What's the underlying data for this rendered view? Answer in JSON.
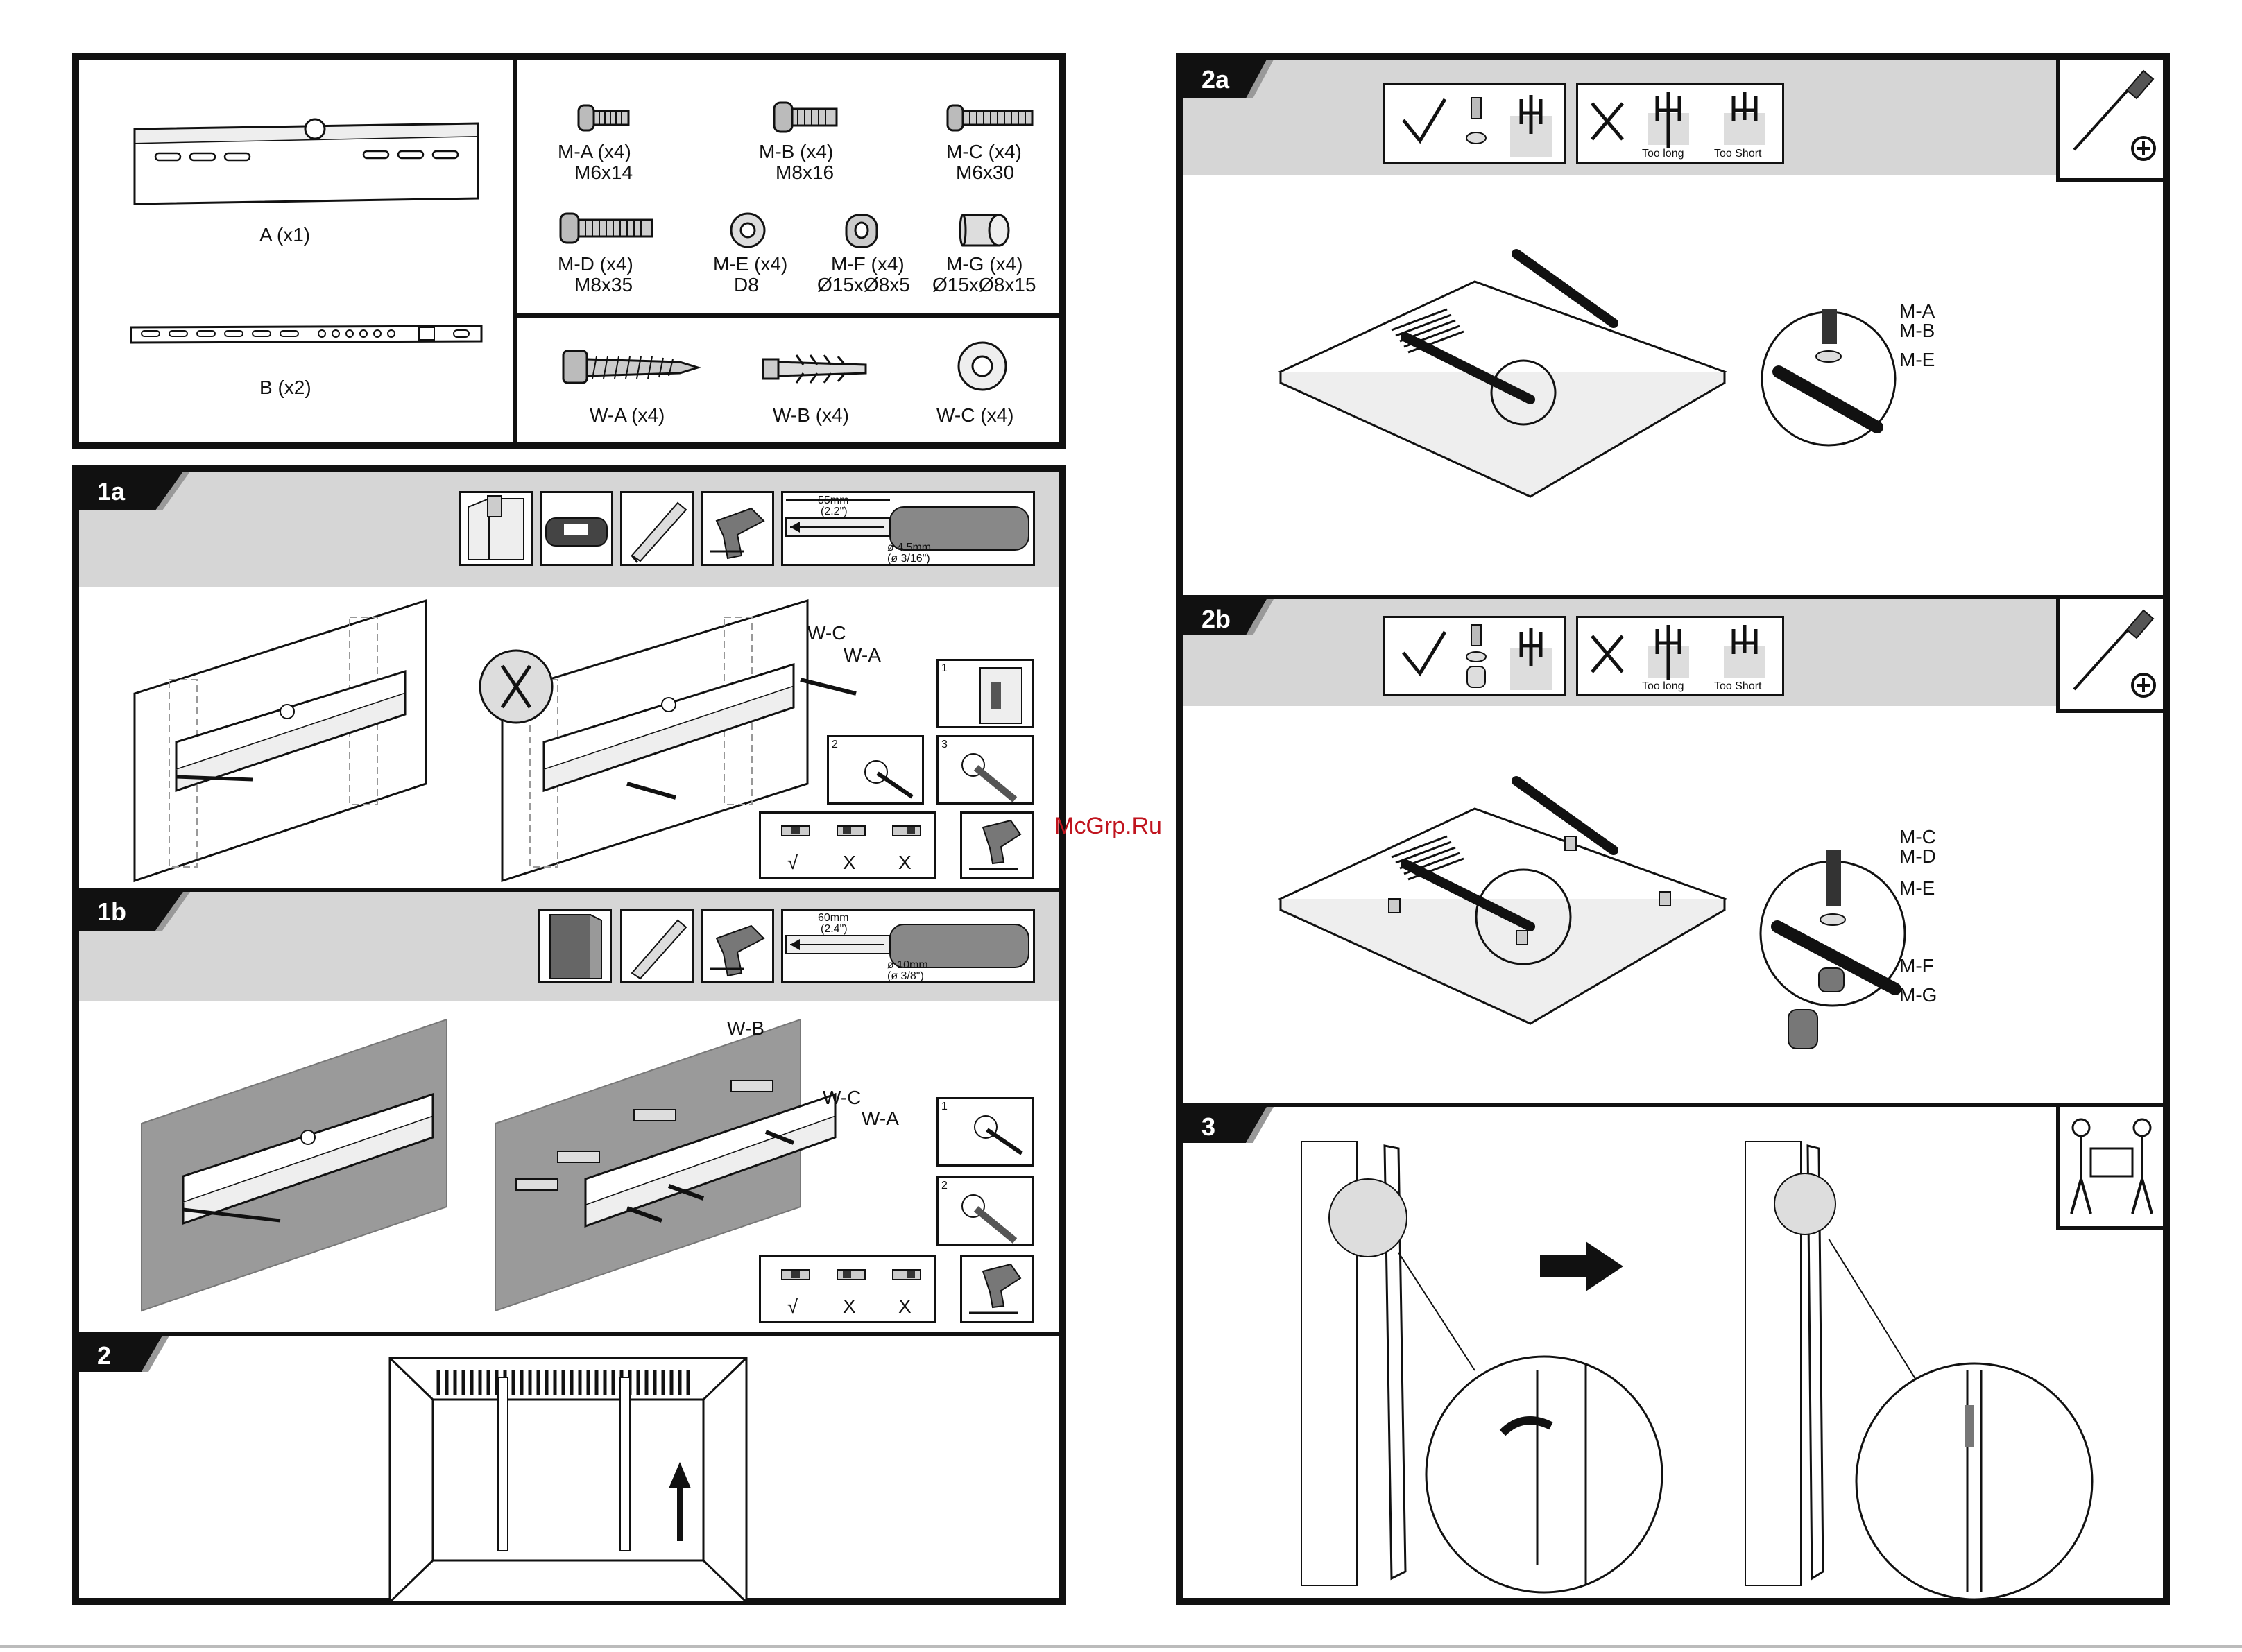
{
  "watermark": "McGrp.Ru",
  "parts": {
    "brackets": [
      {
        "label": "A (x1)"
      },
      {
        "label": "B (x2)"
      }
    ],
    "screws": [
      {
        "name": "M-A (x4)",
        "size": "M6x14"
      },
      {
        "name": "M-B (x4)",
        "size": "M8x16"
      },
      {
        "name": "M-C (x4)",
        "size": "M6x30"
      },
      {
        "name": "M-D (x4)",
        "size": "M8x35"
      },
      {
        "name": "M-E (x4)",
        "size": "D8"
      },
      {
        "name": "M-F (x4)",
        "size": "Ø15xØ8x5"
      },
      {
        "name": "M-G (x4)",
        "size": "Ø15xØ8x15"
      }
    ],
    "wall_parts": [
      {
        "name": "W-A (x4)"
      },
      {
        "name": "W-B (x4)"
      },
      {
        "name": "W-C (x4)"
      }
    ]
  },
  "steps": {
    "s1a": {
      "tab": "1a",
      "drill": {
        "depth": "55mm",
        "depth_in": "(2.2\")",
        "bit": "ø 4.5mm",
        "bit_in": "(ø 3/16\")"
      },
      "labels": {
        "wc": "W-C",
        "wa": "W-A"
      },
      "substeps": [
        "1",
        "2",
        "3"
      ],
      "checks": [
        "√",
        "X",
        "X"
      ]
    },
    "s1b": {
      "tab": "1b",
      "drill": {
        "depth": "60mm",
        "depth_in": "(2.4\")",
        "bit": "ø 10mm",
        "bit_in": "(ø 3/8\")"
      },
      "labels": {
        "wb": "W-B",
        "wc": "W-C",
        "wa": "W-A"
      },
      "substeps": [
        "1",
        "2"
      ],
      "checks": [
        "√",
        "X",
        "X"
      ]
    },
    "s2": {
      "tab": "2"
    },
    "s2a": {
      "tab": "2a",
      "too_long": "Too long",
      "too_short": "Too Short",
      "callouts": [
        "M-A",
        "M-B",
        "M-E"
      ]
    },
    "s2b": {
      "tab": "2b",
      "too_long": "Too long",
      "too_short": "Too Short",
      "callouts": [
        "M-C",
        "M-D",
        "M-E",
        "M-F",
        "M-G"
      ]
    },
    "s3": {
      "tab": "3"
    }
  }
}
